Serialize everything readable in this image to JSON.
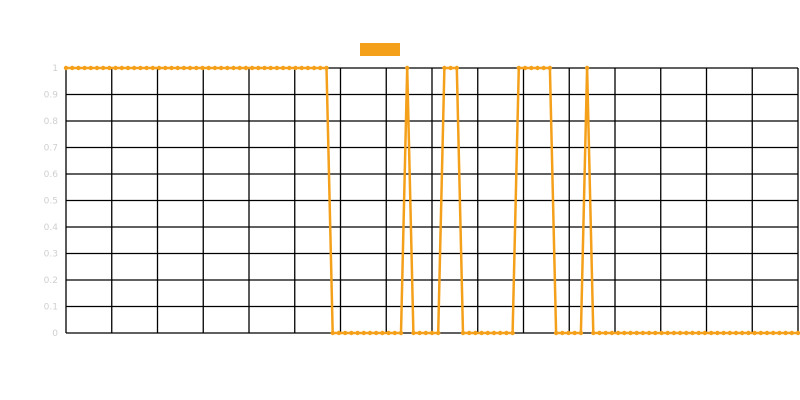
{
  "chart_data": {
    "type": "line",
    "title": "",
    "subtitle": "",
    "xlabel": "",
    "ylabel": "",
    "grid": true,
    "legend_position": "top-center",
    "colors": {
      "series": "#f5a01a",
      "grid": "#000000",
      "text": "#cfcfcf"
    },
    "ylim": [
      0,
      1
    ],
    "y_ticks": [
      0,
      0.1,
      0.2,
      0.3,
      0.4,
      0.5,
      0.6,
      0.7,
      0.8,
      0.9,
      1
    ],
    "x_tick_labels": [
      "",
      "",
      "",
      "",
      "",
      "",
      "",
      "",
      "",
      "",
      "",
      "",
      "",
      "",
      "",
      "",
      ""
    ],
    "series": [
      {
        "name": "",
        "values": [
          1,
          1,
          1,
          1,
          1,
          1,
          1,
          1,
          1,
          1,
          1,
          1,
          1,
          1,
          1,
          1,
          1,
          1,
          1,
          1,
          1,
          1,
          1,
          1,
          1,
          1,
          1,
          1,
          1,
          1,
          1,
          1,
          1,
          1,
          1,
          1,
          1,
          1,
          1,
          1,
          1,
          1,
          1,
          0,
          0,
          0,
          0,
          0,
          0,
          0,
          0,
          0,
          0,
          0,
          0,
          1,
          0,
          0,
          0,
          0,
          0,
          1,
          1,
          1,
          0,
          0,
          0,
          0,
          0,
          0,
          0,
          0,
          0,
          1,
          1,
          1,
          1,
          1,
          1,
          0,
          0,
          0,
          0,
          0,
          1,
          0,
          0,
          0,
          0,
          0,
          0,
          0,
          0,
          0,
          0,
          0,
          0,
          0,
          0,
          0,
          0,
          0,
          0,
          0,
          0,
          0,
          0,
          0,
          0,
          0,
          0,
          0,
          0,
          0,
          0,
          0,
          0,
          0,
          0
        ]
      }
    ]
  }
}
